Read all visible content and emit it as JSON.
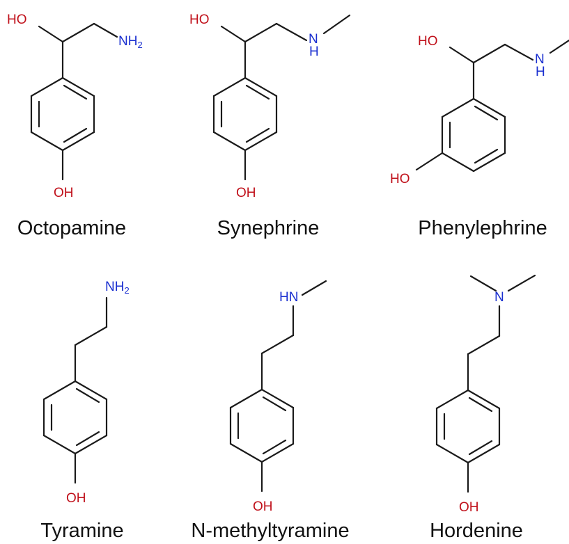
{
  "colors": {
    "bond": "#1a1a1a",
    "oxygen": "#c0101a",
    "nitrogen": "#1a2fd0",
    "name_text": "#111111"
  },
  "molecules": [
    {
      "name": "Octopamine",
      "labels": {
        "hydroxyl_side": "HO",
        "phenol": "OH",
        "amine": "NH",
        "amine_sub": "2"
      }
    },
    {
      "name": "Synephrine",
      "labels": {
        "hydroxyl_side": "HO",
        "phenol": "OH",
        "amine_n": "N",
        "amine_h": "H"
      }
    },
    {
      "name": "Phenylephrine",
      "labels": {
        "hydroxyl_side": "HO",
        "phenol": "HO",
        "amine_n": "N",
        "amine_h": "H"
      }
    },
    {
      "name": "Tyramine",
      "labels": {
        "phenol": "OH",
        "amine": "NH",
        "amine_sub": "2"
      }
    },
    {
      "name": "N-methyltyramine",
      "labels": {
        "phenol": "OH",
        "amine": "HN"
      }
    },
    {
      "name": "Hordenine",
      "labels": {
        "phenol": "OH",
        "amine_n": "N"
      }
    }
  ]
}
